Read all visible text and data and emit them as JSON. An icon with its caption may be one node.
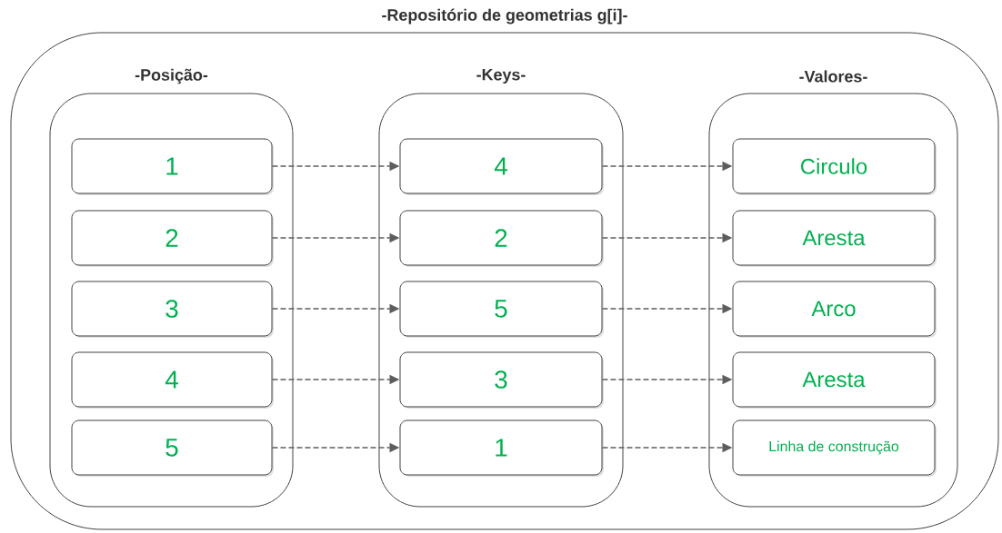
{
  "diagram": {
    "nodes": [
      {
        "text": [
          "-Repositório de geometrias g[i]-"
        ]
      },
      {
        "text": [
          "-Posição-"
        ],
        "in": 0
      },
      {
        "text": [
          "-Keys-"
        ],
        "in": 0
      },
      {
        "text": [
          "-Valores-"
        ],
        "in": 0
      },
      {
        "text": [
          "1"
        ],
        "in": 1
      },
      {
        "text": [
          "2"
        ],
        "in": 1
      },
      {
        "text": [
          "3"
        ],
        "in": 1
      },
      {
        "text": [
          "4"
        ],
        "in": 1
      },
      {
        "text": [
          "5"
        ],
        "in": 1
      },
      {
        "text": [
          "4"
        ],
        "in": 2
      },
      {
        "text": [
          "2"
        ],
        "in": 2
      },
      {
        "text": [
          "5"
        ],
        "in": 2
      },
      {
        "text": [
          "3"
        ],
        "in": 2
      },
      {
        "text": [
          "1"
        ],
        "in": 2
      },
      {
        "text": [
          "Circulo"
        ],
        "in": 3
      },
      {
        "text": [
          "Aresta"
        ],
        "in": 3
      },
      {
        "text": [
          "Arco"
        ],
        "in": 3
      },
      {
        "text": [
          "Aresta"
        ],
        "in": 3
      },
      {
        "text": [
          "Linha de construção"
        ],
        "in": 3
      }
    ],
    "edges": [
      {
        "from": 4,
        "to": 9,
        "arrow": "to",
        "style": "dashed"
      },
      {
        "from": 5,
        "to": 10,
        "arrow": "to",
        "style": "dashed"
      },
      {
        "from": 6,
        "to": 11,
        "arrow": "to",
        "style": "dashed"
      },
      {
        "from": 7,
        "to": 12,
        "arrow": "to",
        "style": "dashed"
      },
      {
        "from": 8,
        "to": 13,
        "arrow": "to",
        "style": "dashed"
      },
      {
        "from": 9,
        "to": 14,
        "arrow": "to",
        "style": "dashed"
      },
      {
        "from": 10,
        "to": 15,
        "arrow": "to",
        "style": "dashed"
      },
      {
        "from": 11,
        "to": 16,
        "arrow": "to",
        "style": "dashed"
      },
      {
        "from": 12,
        "to": 17,
        "arrow": "to",
        "style": "dashed"
      },
      {
        "from": 13,
        "to": 18,
        "arrow": "to",
        "style": "dashed"
      }
    ]
  }
}
